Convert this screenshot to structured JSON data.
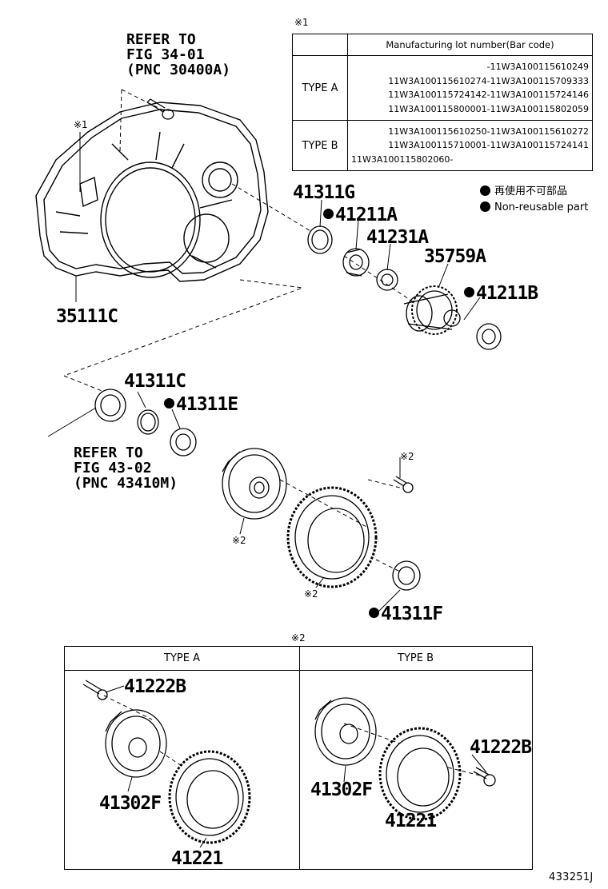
{
  "notes": {
    "lot_mark": "※1",
    "type_mark": "※2"
  },
  "lot_table": {
    "header": "Manufacturing lot number(Bar code)",
    "type_a": {
      "label": "TYPE A",
      "lines": [
        "-11W3A100115610249",
        "11W3A100115610274-11W3A100115709333",
        "11W3A100115724142-11W3A100115724146",
        "11W3A100115800001-11W3A100115802059"
      ]
    },
    "type_b": {
      "label": "TYPE B",
      "lines": [
        "11W3A100115610250-11W3A100115610272",
        "11W3A100115710001-11W3A100115724141",
        "11W3A100115802060-"
      ]
    }
  },
  "legend": {
    "jp": "再使用不可部品",
    "en": "Non-reusable part"
  },
  "refs": {
    "ref_34": "REFER TO\nFIG 34-01\n(PNC 30400A)",
    "ref_43": "REFER TO\nFIG 43-02\n(PNC 43410M)"
  },
  "parts": {
    "p35111c": "35111C",
    "p41311g": "41311G",
    "p41211a": "41211A",
    "p41231a": "41231A",
    "p35759a": "35759A",
    "p41211b": "41211B",
    "p41311c": "41311C",
    "p41311e": "41311E",
    "p41311f": "41311F"
  },
  "type_table": {
    "type_a": "TYPE A",
    "type_b": "TYPE B",
    "a_bolt": "41222B",
    "a_case": "41302F",
    "a_gear": "41221",
    "b_bolt": "41222B",
    "b_case": "41302F",
    "b_gear": "41221"
  },
  "diagram_code": "433251J"
}
